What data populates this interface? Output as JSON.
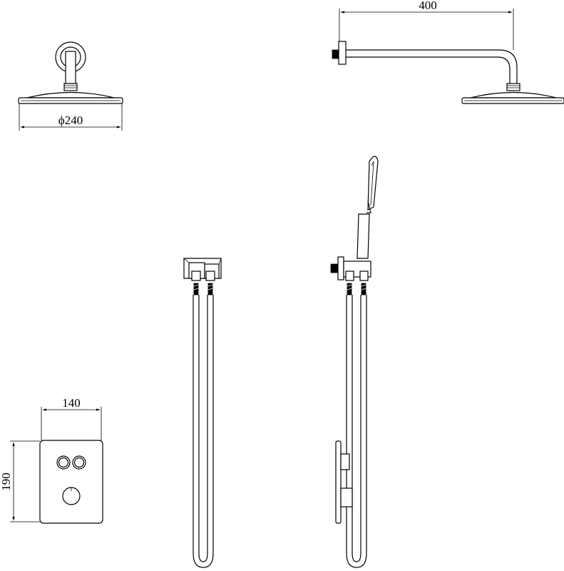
{
  "dimensions": {
    "arm_length": "400",
    "head_diameter": "ϕ240",
    "plate_width": "140",
    "plate_height": "190"
  }
}
